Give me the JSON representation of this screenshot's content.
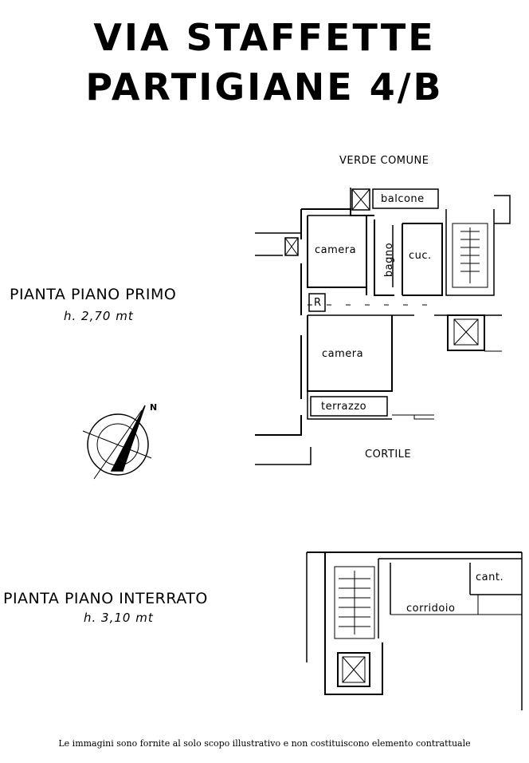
{
  "title": {
    "line1": "VIA STAFFETTE",
    "line2": "PARTIGIANE 4/B"
  },
  "first_floor": {
    "name": "PIANTA PIANO PRIMO",
    "height": "h. 2,70 mt",
    "labels": {
      "verde_comune": "VERDE COMUNE",
      "balcone": "balcone",
      "camera_top": "camera",
      "bagno": "bagno",
      "cucina": "cuc.",
      "ripostiglio": "R",
      "camera_bottom": "camera",
      "terrazzo": "terrazzo",
      "cortile": "CORTILE"
    },
    "compass": "N"
  },
  "basement": {
    "name": "PIANTA PIANO INTERRATO",
    "height": "h. 3,10 mt",
    "labels": {
      "cantina": "cant.",
      "corridoio": "corridoio"
    }
  },
  "disclaimer": "Le immagini sono fornite al solo scopo illustrativo e non costituiscono elemento contrattuale"
}
